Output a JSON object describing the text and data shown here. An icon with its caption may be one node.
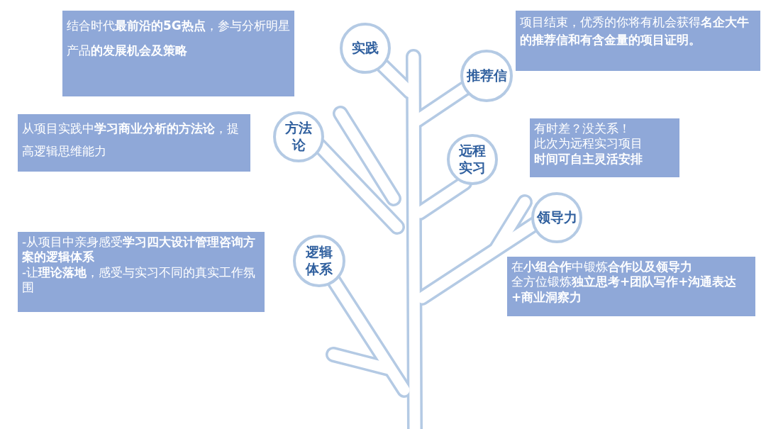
{
  "diagram": {
    "nodes": [
      {
        "text": [
          "结合时代**最前沿的5G热点**，参与分析明星产品**的发展机会及策略**"
        ]
      },
      {
        "text": [
          "项目结束，优秀的你将有机会获得**名企大牛的推荐信和有含金量的项目证明。**"
        ]
      },
      {
        "text": [
          "实践"
        ]
      },
      {
        "text": [
          "推荐信"
        ]
      },
      {
        "text": [
          "从项目实践中**学习商业分析的方法论**，提高逻辑思维能力"
        ]
      },
      {
        "text": [
          "有时差？没关系！",
          "此次为远程实习项目",
          "时间可自主灵活安排"
        ]
      },
      {
        "text": [
          "方法论"
        ]
      },
      {
        "text": [
          "远程实习"
        ]
      },
      {
        "text": [
          "领导力"
        ]
      },
      {
        "text": [
          "-从项目中亲身感受**学习四大设计管理咨询方案的逻辑体系**",
          "-让**理论落地**，感受与实习不同的真实工作氛围"
        ]
      },
      {
        "text": [
          "在**小组合作**中锻炼**合作以及领导力**",
          "全方位锻炼**独立思考+团队写作+沟通表达+商业洞察力**"
        ]
      },
      {
        "text": [
          "逻辑体系"
        ]
      }
    ]
  }
}
